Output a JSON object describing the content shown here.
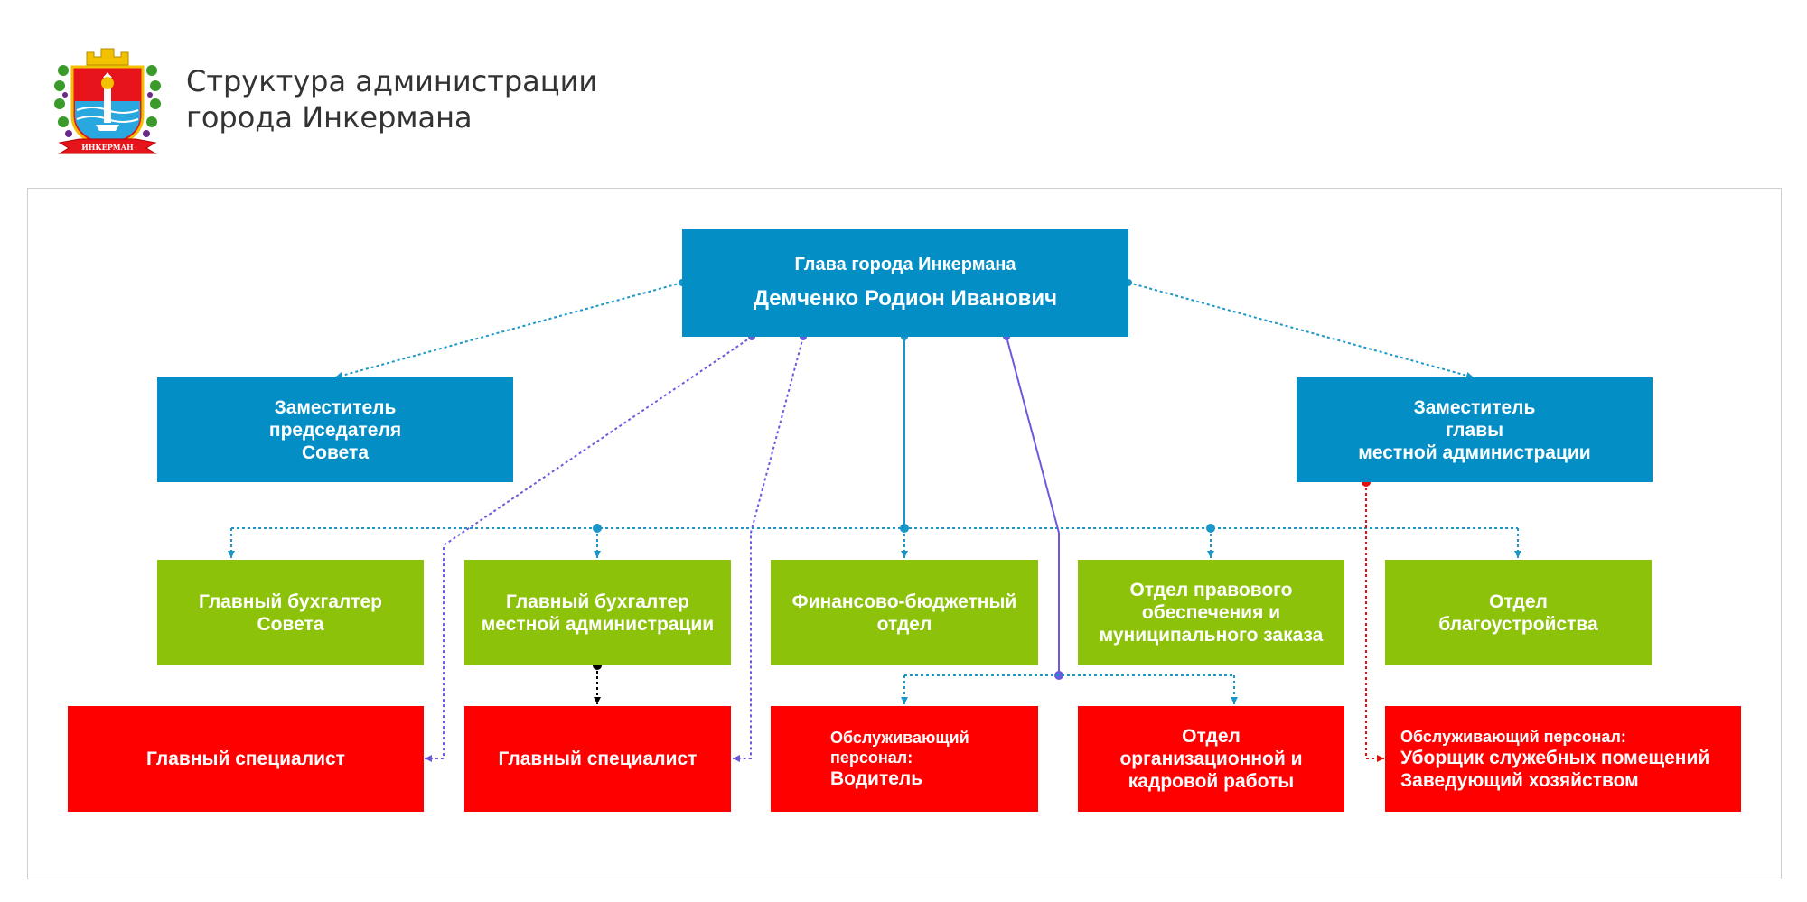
{
  "header": {
    "title_line1": "Структура администрации",
    "title_line2": "города Инкермана",
    "emblem_ribbon": "ИНКЕРМАН"
  },
  "colors": {
    "head": "#038ec6",
    "department": "#8cc20a",
    "staff": "#ff0000",
    "connector_teal": "#1a96c8",
    "connector_purple": "#6a5ae0",
    "connector_red": "#e01010"
  },
  "chart": {
    "head": {
      "role": "Глава города Инкермана",
      "name": "Демченко Родион Иванович"
    },
    "deputy_council": {
      "line1": "Заместитель",
      "line2": "председателя",
      "line3": "Совета"
    },
    "deputy_admin": {
      "line1": "Заместитель",
      "line2": "главы",
      "line3": "местной администрации"
    },
    "departments": [
      {
        "line1": "Главный бухгалтер",
        "line2": "Совета"
      },
      {
        "line1": "Главный бухгалтер",
        "line2": "местной администрации"
      },
      {
        "line1": "Финансово-бюджетный",
        "line2": "отдел"
      },
      {
        "line1": "Отдел правового",
        "line2": "обеспечения и",
        "line3": "муниципального заказа"
      },
      {
        "line1": "Отдел",
        "line2": "благоустройства"
      }
    ],
    "staff": [
      {
        "line1": "Главный специалист"
      },
      {
        "line1": "Главный специалист"
      },
      {
        "line1": "Обслуживающий",
        "line2": "персонал:",
        "line3": "Водитель"
      },
      {
        "line1": "Отдел",
        "line2": "организационной и",
        "line3": "кадровой работы"
      },
      {
        "line1": "Обслуживающий персонал:",
        "line2": "Уборщик служебных помещений",
        "line3": "Заведующий хозяйством"
      }
    ]
  }
}
